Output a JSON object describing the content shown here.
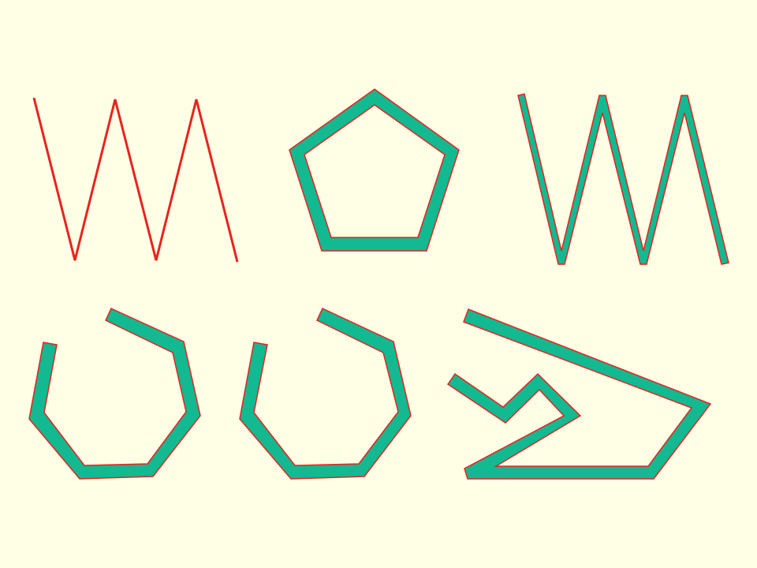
{
  "colors": {
    "background": "#ffffe6",
    "outline": "#e8231e",
    "fill": "#12b991"
  },
  "shapes": [
    {
      "kind": "zigzag",
      "style": "thin-line"
    },
    {
      "kind": "pentagon",
      "style": "thick-band-closed"
    },
    {
      "kind": "zigzag",
      "style": "thick-band-open"
    },
    {
      "kind": "open-heptagon",
      "style": "thick-band-open"
    },
    {
      "kind": "open-heptagon",
      "style": "thick-band-open"
    },
    {
      "kind": "arrow-polygon",
      "style": "thick-band-open"
    }
  ]
}
